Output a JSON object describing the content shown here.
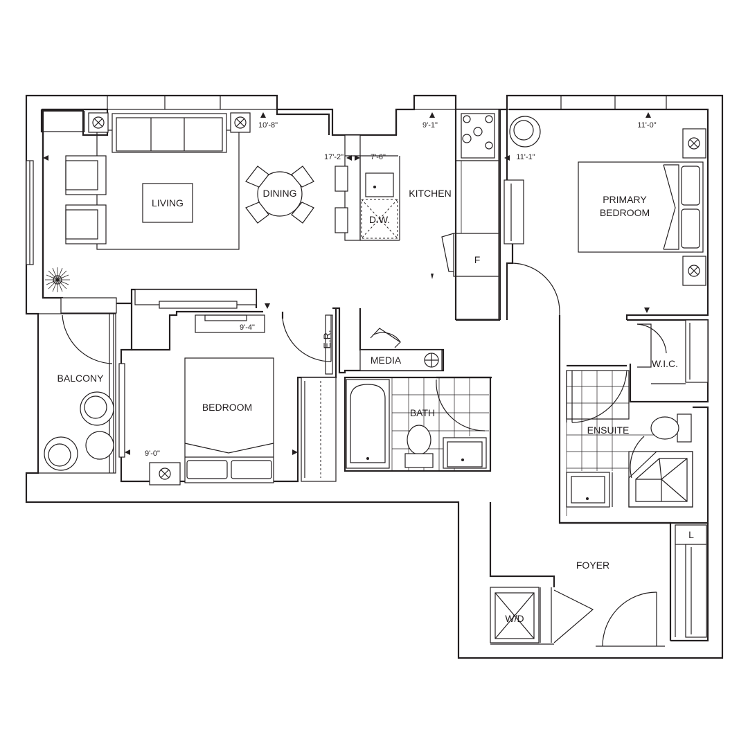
{
  "rooms": {
    "living": "LIVING",
    "dining": "DINING",
    "kitchen": "KITCHEN",
    "primary_bedroom_line1": "PRIMARY",
    "primary_bedroom_line2": "BEDROOM",
    "balcony": "BALCONY",
    "bedroom": "BEDROOM",
    "media": "MEDIA",
    "bath": "BATH",
    "wic": "W.I.C.",
    "ensuite": "ENSUITE",
    "foyer": "FOYER",
    "wd": "W/D"
  },
  "fixtures": {
    "dishwasher": "D.W.",
    "fridge": "F",
    "linen": "L",
    "electrical_room": "E.R."
  },
  "dimensions": {
    "living_width": "10'-8\"",
    "living_length": "17'-2\"",
    "kitchen_depth": "7'-6\"",
    "kitchen_width": "9'-1\"",
    "primary_width": "11'-0\"",
    "primary_length": "11'-1\"",
    "bedroom_length": "9'-4\"",
    "bedroom_width": "9'-0\""
  }
}
